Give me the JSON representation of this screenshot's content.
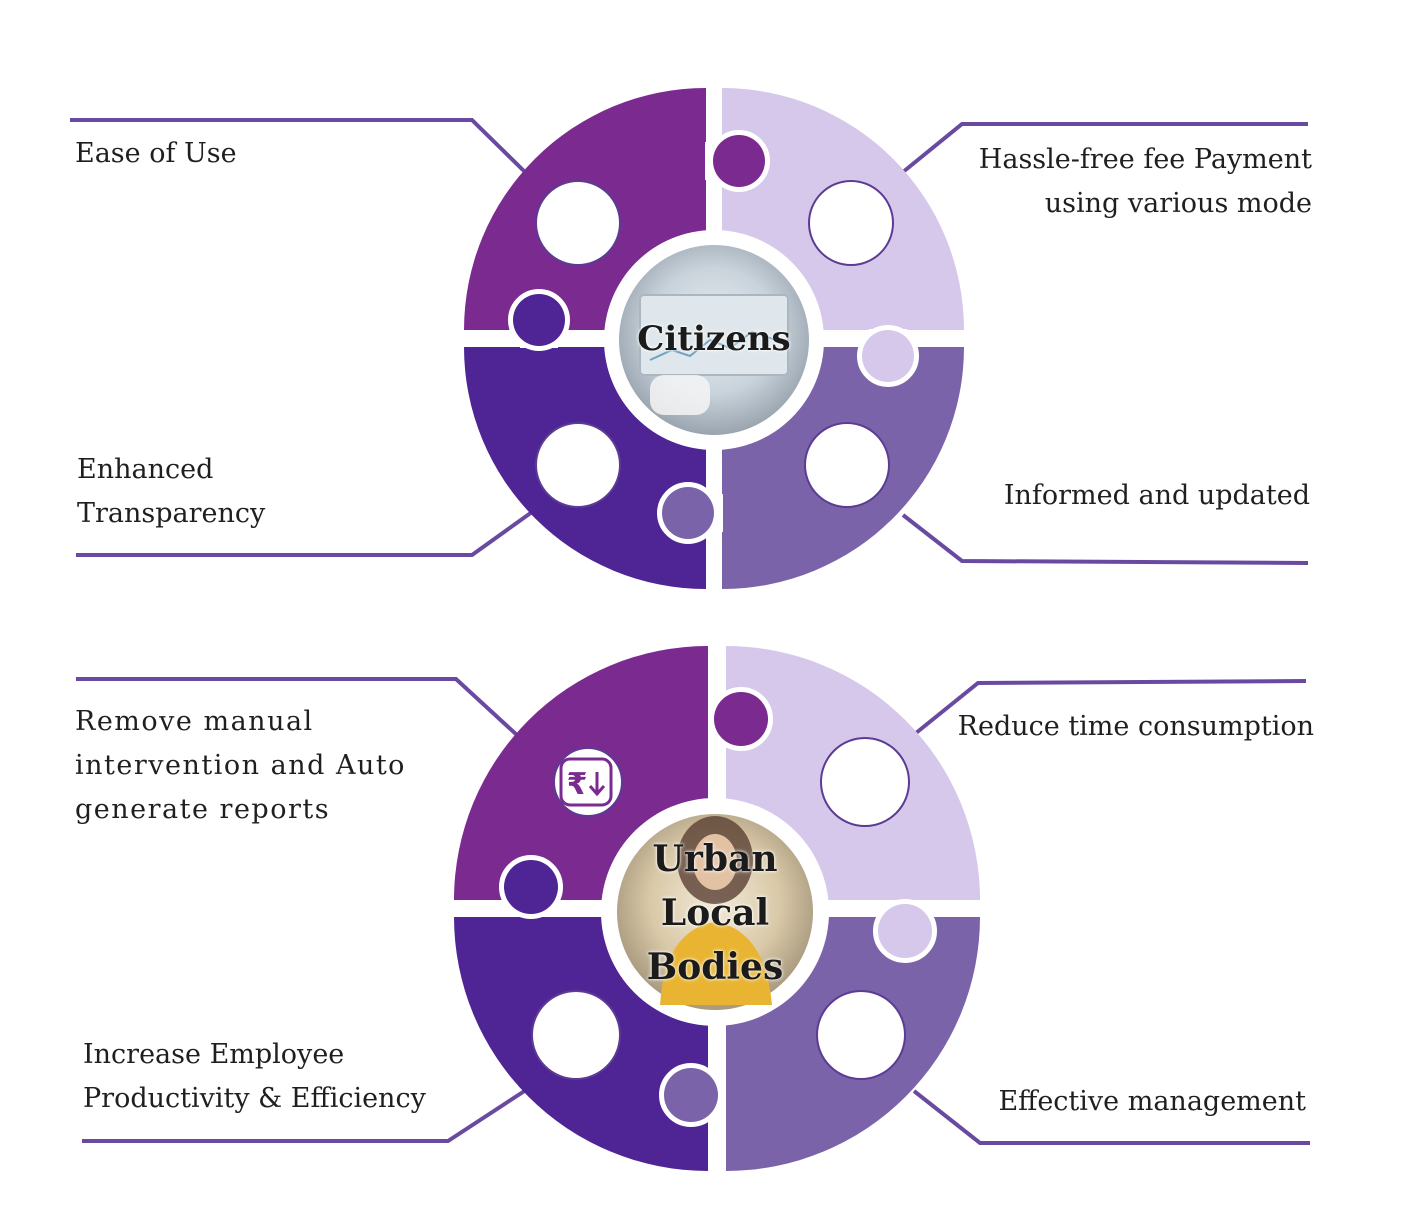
{
  "colors": {
    "q_top_left": "#7b2a8f",
    "q_top_right": "#d6c8ea",
    "q_bottom_left": "#4f2494",
    "q_bottom_right": "#7a63a8",
    "connector_line": "#6a4aa0",
    "text": "#1f1f1f"
  },
  "diagrams": [
    {
      "center_title": [
        "Citizens"
      ],
      "labels": {
        "top_left": [
          "Ease of Use"
        ],
        "top_right": [
          "Hassle-free fee Payment",
          "using various mode"
        ],
        "bottom_left": [
          "Enhanced",
          "Transparency"
        ],
        "bottom_right": [
          "Informed and updated"
        ]
      }
    },
    {
      "center_title": [
        "Urban",
        "Local",
        "Bodies"
      ],
      "labels": {
        "top_left": [
          "Remove manual",
          "intervention and Auto",
          "generate reports"
        ],
        "top_right": [
          "Reduce time consumption"
        ],
        "bottom_left": [
          "Increase Employee",
          "Productivity & Efficiency"
        ],
        "bottom_right": [
          "Effective management"
        ]
      },
      "icon": "rupee-download-icon"
    }
  ]
}
